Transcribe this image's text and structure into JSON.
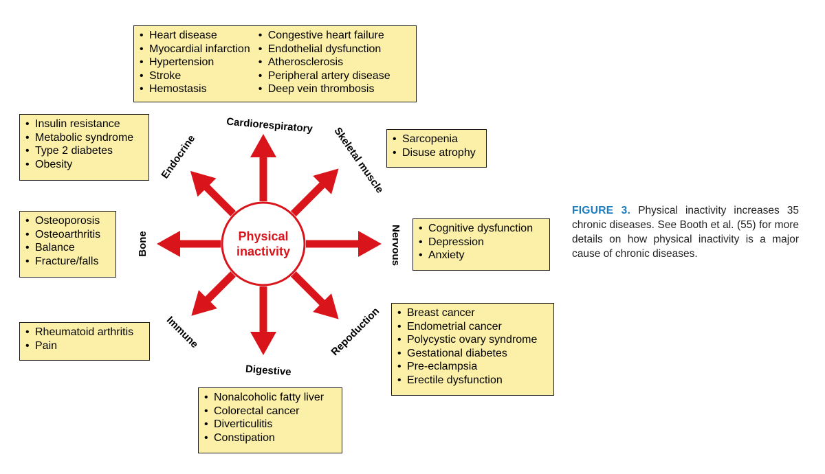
{
  "center": {
    "line1": "Physical",
    "line2": "inactivity"
  },
  "systems": {
    "cardiorespiratory": "Cardiorespiratory",
    "skeletal_muscle": "Skeletal muscle",
    "nervous": "Nervous",
    "reproduction": "Repoduction",
    "digestive": "Digestive",
    "immune": "Immune",
    "bone": "Bone",
    "endocrine": "Endocrine"
  },
  "boxes": {
    "cardio_left": [
      "Heart disease",
      "Myocardial infarction",
      "Hypertension",
      "Stroke",
      "Hemostasis"
    ],
    "cardio_right": [
      "Congestive heart failure",
      "Endothelial dysfunction",
      "Atherosclerosis",
      "Peripheral artery disease",
      "Deep vein thrombosis"
    ],
    "endocrine": [
      "Insulin resistance",
      "Metabolic syndrome",
      "Type 2 diabetes",
      "Obesity"
    ],
    "skeletal_muscle": [
      "Sarcopenia",
      "Disuse atrophy"
    ],
    "bone": [
      "Osteoporosis",
      "Osteoarthritis",
      "Balance",
      "Fracture/falls"
    ],
    "nervous": [
      "Cognitive dysfunction",
      "Depression",
      "Anxiety"
    ],
    "reproduction": [
      "Breast cancer",
      "Endometrial cancer",
      "Polycystic ovary syndrome",
      "Gestational diabetes",
      "Pre-eclampsia",
      "Erectile dysfunction"
    ],
    "immune": [
      "Rheumatoid arthritis",
      "Pain"
    ],
    "digestive": [
      "Nonalcoholic fatty liver",
      "Colorectal cancer",
      "Diverticulitis",
      "Constipation"
    ]
  },
  "caption": {
    "label": "FIGURE 3.",
    "text": "Physical inactivity increases 35 chronic diseases. See Booth et al. (55) for more details on how physical inactivity is a major cause of chronic diseases."
  },
  "colors": {
    "arrow": "#d9141b",
    "box_fill": "#fcf0a8",
    "caption_label": "#1b7bbf"
  }
}
